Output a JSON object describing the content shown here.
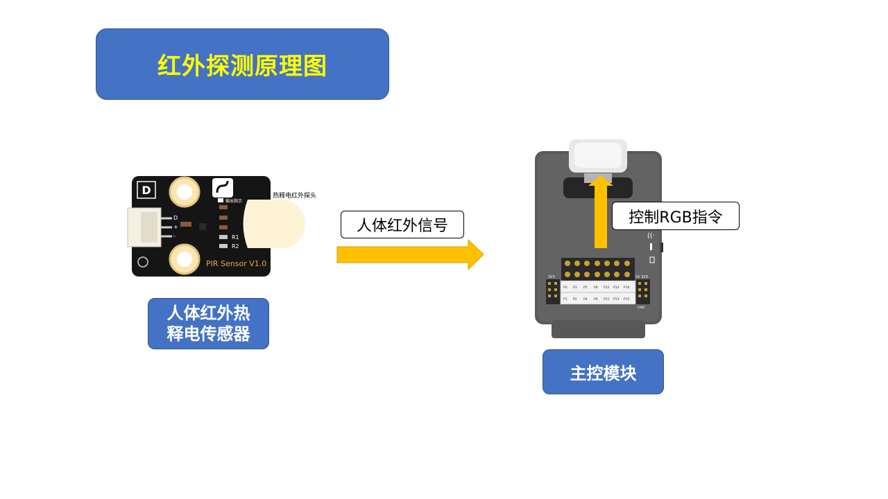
{
  "title": "红外探测原理图",
  "sensor": {
    "label": "人体红外热释电传感器",
    "board_text": "PIR Sensor V1.0",
    "probe_label": "热释电红外探头",
    "indicator_label": "输出指示",
    "pin_labels": [
      "D",
      "+",
      "-"
    ],
    "resistor_labels": [
      "R1",
      "R2"
    ],
    "logo_letter": "D"
  },
  "signal_label": "人体红外信号",
  "command_label": "控制RGB指令",
  "controller": {
    "label": "主控模块",
    "voltage_left": "3V3",
    "voltage_right": "5V 3V3",
    "pin_row_top": [
      "P0",
      "P3",
      "P5",
      "P8",
      "P12",
      "P14",
      "P16"
    ],
    "pin_row_bottom": [
      "P1",
      "P2",
      "P4",
      "P6",
      "P11",
      "P13",
      "P15"
    ],
    "gnd_label": "GND"
  },
  "colors": {
    "accent_blue": "#4472c4",
    "title_text": "#ffff00",
    "arrow": "#ffc000"
  }
}
